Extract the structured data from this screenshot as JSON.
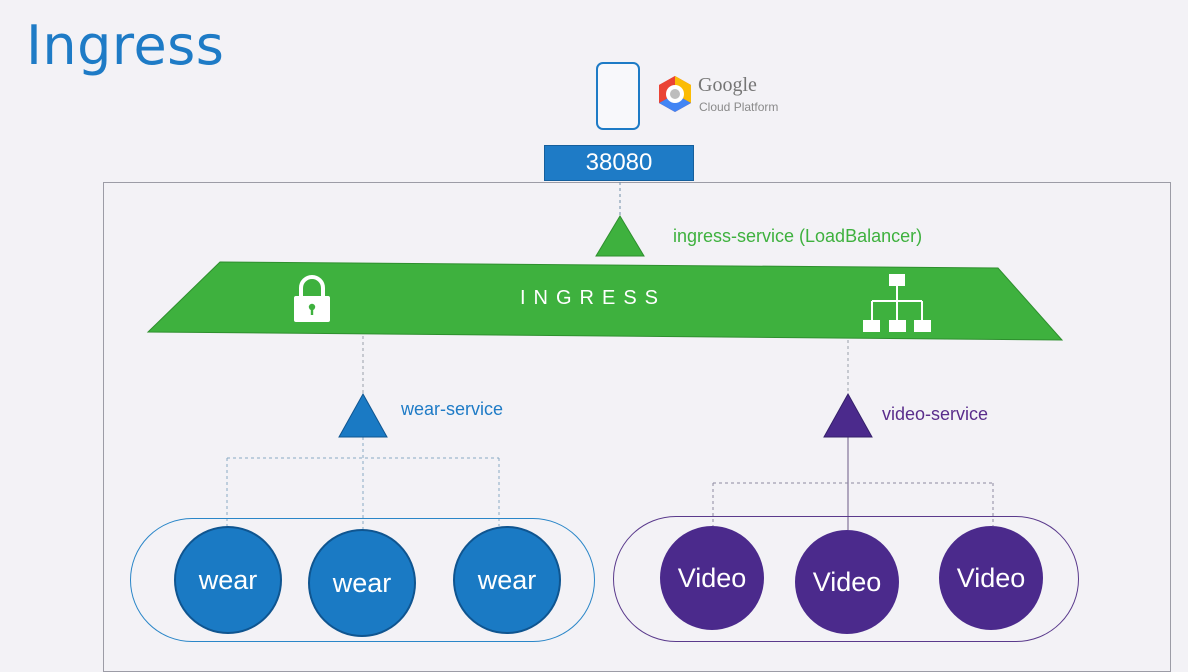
{
  "title": "Ingress",
  "gcp": {
    "google": "Google",
    "cloud_platform": "Cloud Platform"
  },
  "port": "38080",
  "ingress": {
    "label": "INGRESS",
    "service_label": "ingress-service (LoadBalancer)",
    "icons": [
      "lock-icon",
      "sitemap-icon"
    ]
  },
  "services": {
    "wear": {
      "label": "wear-service",
      "pods": [
        "wear",
        "wear",
        "wear"
      ]
    },
    "video": {
      "label": "video-service",
      "pods": [
        "Video",
        "Video",
        "Video"
      ]
    }
  },
  "colors": {
    "title": "#1e7bc6",
    "ingress_green": "#3eb13e",
    "wear_blue": "#1a7ac4",
    "video_purple": "#4b2a8c"
  }
}
